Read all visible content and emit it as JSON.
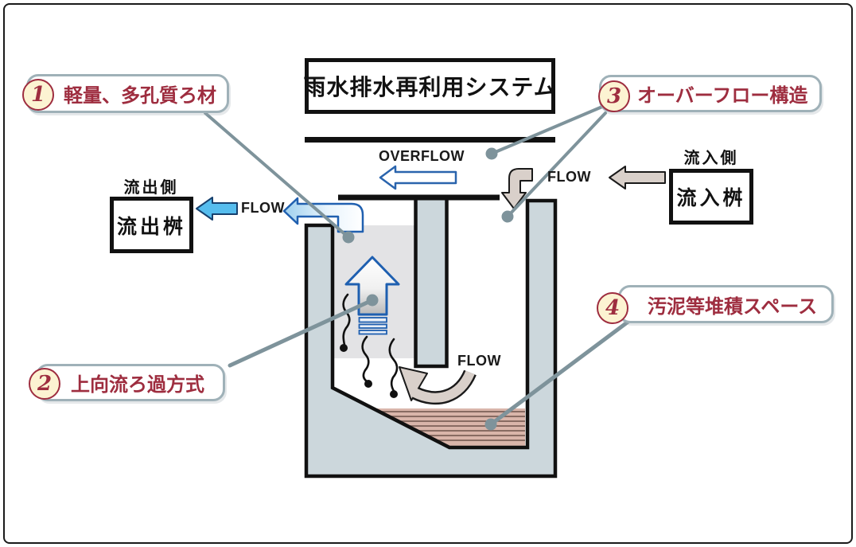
{
  "diagram": {
    "title": "雨水排水再利用システム",
    "overflow_label": "OVERFLOW",
    "flow_out_label": "FLOW",
    "flow_in_label": "FLOW",
    "flow_bottom_label": "FLOW",
    "outflow": {
      "side": "流出側",
      "basin": "流出桝"
    },
    "inflow": {
      "side": "流入側",
      "basin": "流入桝"
    },
    "callouts": [
      {
        "number": "1",
        "label": "軽量、多孔質ろ材"
      },
      {
        "number": "2",
        "label": "上向流ろ過方式"
      },
      {
        "number": "3",
        "label": "オーバーフロー構造"
      },
      {
        "number": "4",
        "label": "汚泥等堆積スペース"
      }
    ],
    "colors": {
      "accent_red": "#9e2d3f",
      "badge_fill": "#fcf3d2",
      "callout_border": "#9fb1b8",
      "leader_gray": "#7e939b",
      "wall_gray": "#ccd7dc",
      "filter_media_gray": "#e3e3e5",
      "sediment_tan": "#d9b5aa",
      "sediment_stripe": "#7d6158",
      "flow_blue": "#56bdee",
      "blue_outline": "#2060b0",
      "gray_arrow": "#d9d0ca"
    }
  }
}
